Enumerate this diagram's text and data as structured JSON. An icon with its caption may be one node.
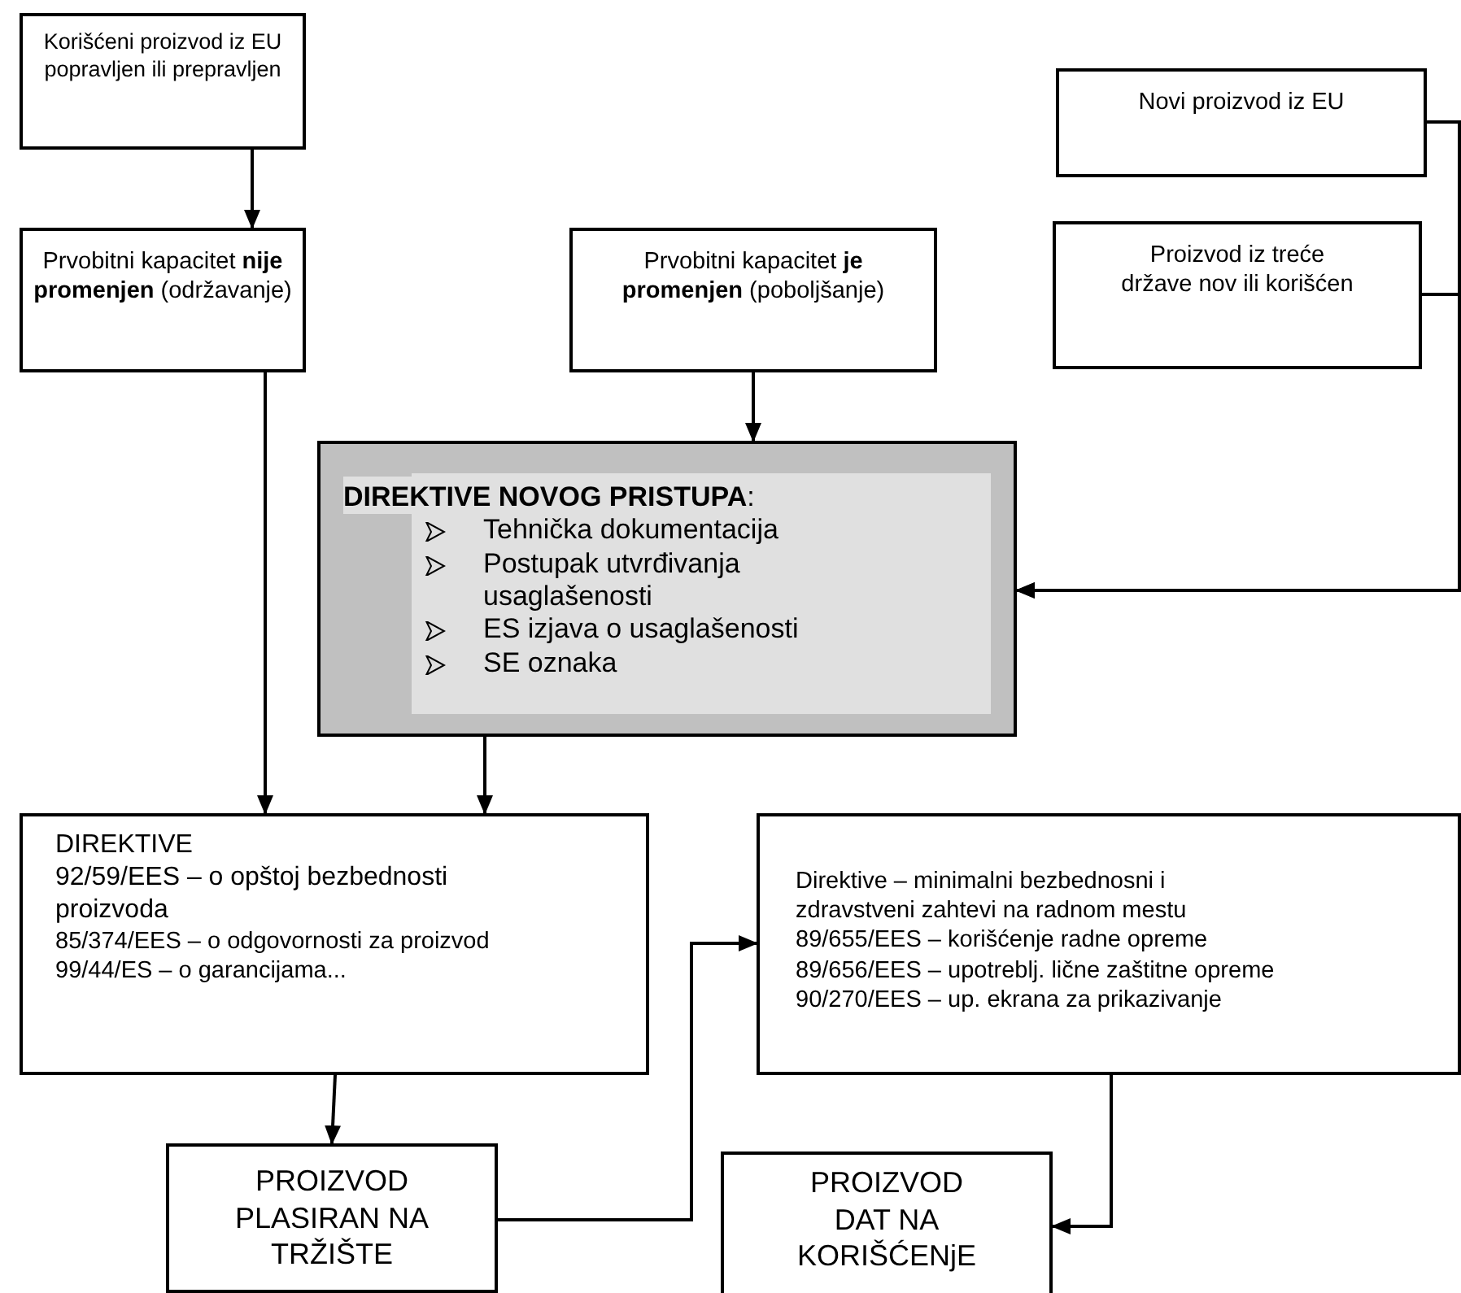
{
  "diagram": {
    "nodes": [
      {
        "text": [
          "Korišćeni proizvod iz EU popravljen ili prepravljen"
        ]
      },
      {
        "text": [
          "Prvobitni kapacitet **nije promenjen** (održavanje)"
        ]
      },
      {
        "text": [
          "Prvobitni kapacitet **je promenjen** (poboljšanje)"
        ]
      },
      {
        "text": [
          "Novi proizvod iz EU"
        ]
      },
      {
        "text": [
          "Proizvod iz treće države nov ili korišćen"
        ]
      },
      {
        "text": [
          "**DIREKTIVE NOVOG PRISTUPA**:",
          "Tehnička dokumentacija",
          "Postupak utvrđivanja usaglašenosti",
          "ES izjava o usaglašenosti",
          "SE oznaka"
        ]
      },
      {
        "text": [
          "DIREKTIVE",
          "92/59/EES – o opštoj bezbednosti proizvoda",
          "85/374/EES – o odgovornosti za proizvod",
          "99/44/ES – o garancijama..."
        ]
      },
      {
        "text": [
          "Direktive – minimalni bezbednosni i zdravstveni zahtevi na radnom mestu",
          "89/655/EES – korišćenje radne opreme",
          "89/656/EES – upotreblj. lične zaštitne opreme",
          "90/270/EES – up. ekrana za prikazivanje"
        ]
      },
      {
        "text": [
          "PROIZVOD PLASIRAN NA TRŽIŠTE"
        ]
      },
      {
        "text": [
          "PROIZVOD DAT NA KORIŠĆENjE"
        ]
      }
    ],
    "edges": [
      {
        "from": 0,
        "to": 1,
        "arrow": "to"
      },
      {
        "from": 2,
        "to": 5,
        "arrow": "to"
      },
      {
        "from": 1,
        "to": 6,
        "arrow": "to"
      },
      {
        "from": 5,
        "to": 6,
        "arrow": "to"
      },
      {
        "from": 3,
        "to": 5,
        "arrow": "to"
      },
      {
        "from": 4,
        "to": 5,
        "arrow": "to"
      },
      {
        "from": 6,
        "to": 8,
        "arrow": "to"
      },
      {
        "from": 8,
        "to": 7,
        "arrow": "to"
      },
      {
        "from": 7,
        "to": 9,
        "arrow": "to"
      }
    ]
  }
}
